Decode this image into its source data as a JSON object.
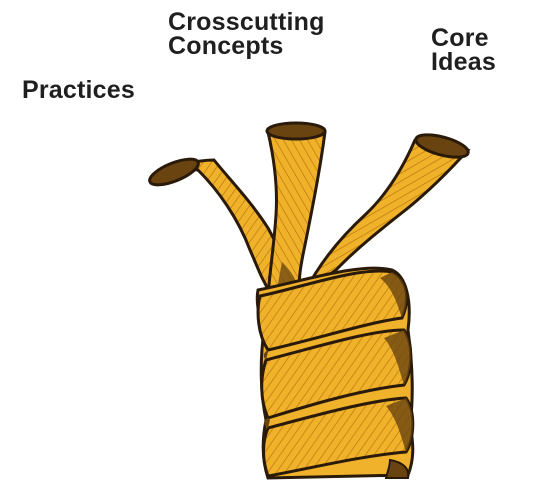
{
  "diagram": {
    "strands": [
      {
        "label_lines": [
          "Practices"
        ]
      },
      {
        "label_lines": [
          "Crosscutting",
          "Concepts"
        ]
      },
      {
        "label_lines": [
          "Core",
          "Ideas"
        ]
      }
    ]
  },
  "colors": {
    "rope_fill": "#f0b22a",
    "rope_outline": "#2a1a0a",
    "rope_shadow": "#8a5a10",
    "rope_striation": "#a06a12",
    "label_text": "#1f1f1f"
  }
}
